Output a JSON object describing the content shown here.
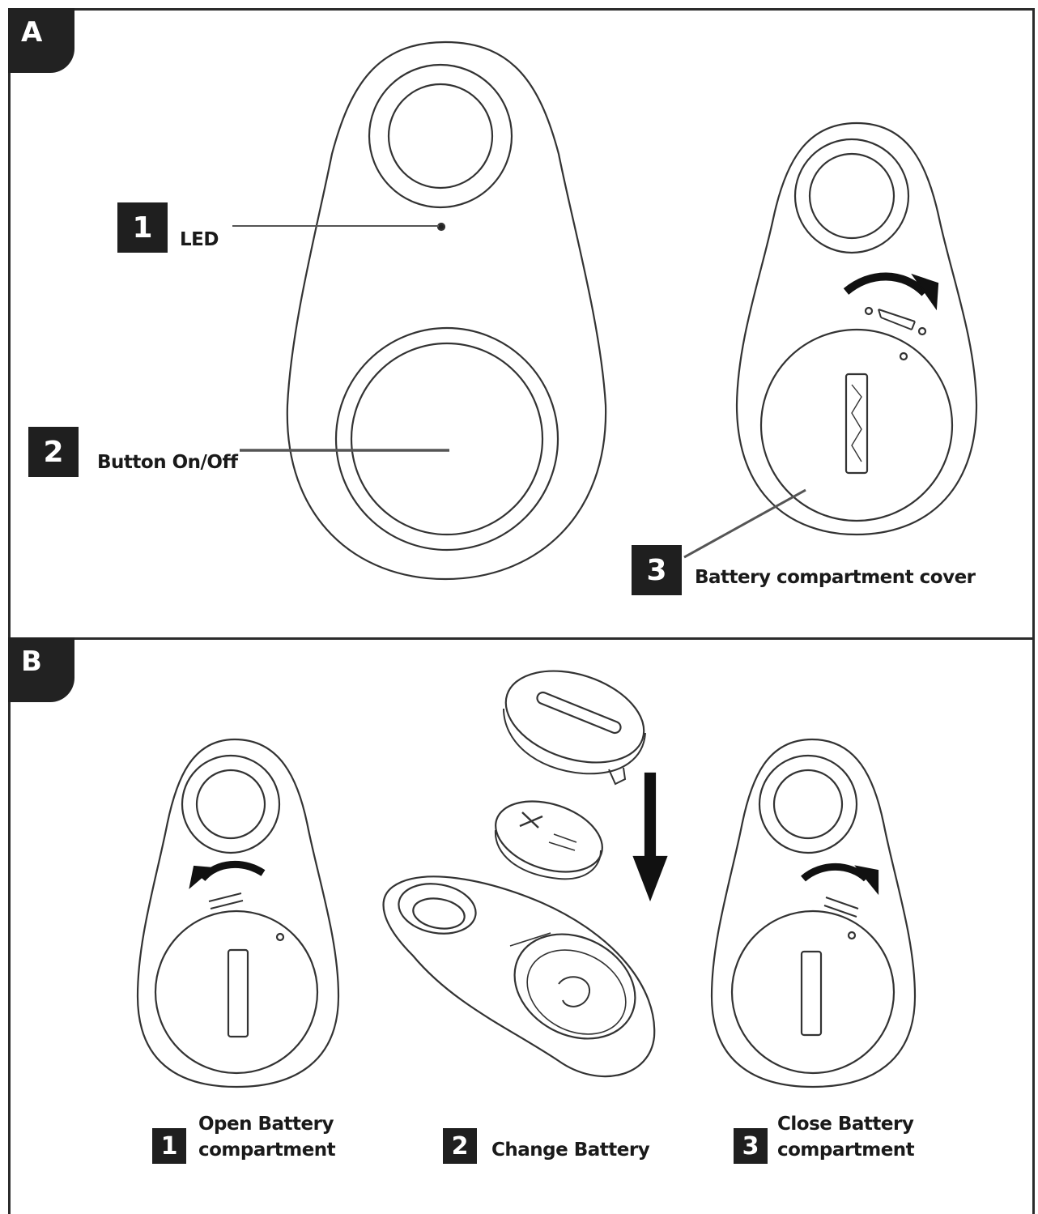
{
  "panel_a": {
    "tab": "A",
    "callouts": [
      {
        "number": "1",
        "label": "LED"
      },
      {
        "number": "2",
        "label": "Button On/Off"
      },
      {
        "number": "3",
        "label": "Battery compartment cover"
      }
    ]
  },
  "panel_b": {
    "tab": "B",
    "steps": [
      {
        "number": "1",
        "line1": "Open Battery",
        "line2": "compartment"
      },
      {
        "number": "2",
        "line1": "Change Battery"
      },
      {
        "number": "3",
        "line1": "Close Battery",
        "line2": "compartment"
      }
    ]
  },
  "colors": {
    "ink": "#1f1f1f",
    "stroke": "#333333",
    "leader": "#555555"
  }
}
